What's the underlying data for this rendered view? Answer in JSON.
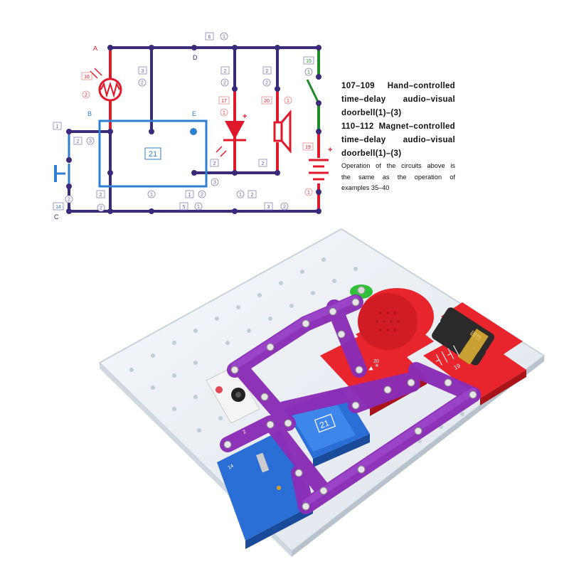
{
  "schematic": {
    "nodes": {
      "A": "A",
      "B": "B",
      "C": "C",
      "D": "D",
      "E": "E"
    },
    "chip_label": "21",
    "parts": {
      "top_wire": {
        "num": "6",
        "qty": "1"
      },
      "wire_3_top": {
        "num": "3",
        "qty": "2"
      },
      "photoresistor": {
        "num": "16",
        "qty": "2"
      },
      "led_wire_top": {
        "num": "2",
        "qty": "2"
      },
      "led": {
        "num": "17",
        "qty": "1"
      },
      "speaker_wire_top": {
        "num": "2",
        "qty": "2"
      },
      "speaker": {
        "num": "20",
        "qty": "1"
      },
      "switch_top": {
        "num": "15",
        "qty": "1"
      },
      "battery": {
        "num": "19",
        "qty": "1"
      },
      "switch_left_1": {
        "num": "1"
      },
      "switch_left_wire": {
        "num": "2",
        "qty": "3"
      },
      "press_switch": {
        "num": "14",
        "qty": "2"
      },
      "wire_2_bottom_left": {
        "num": "2",
        "qty": "2"
      },
      "chip_bottom_qty": {
        "qty": "1"
      },
      "wire_1_bottom": {
        "num": "1",
        "qty": "2"
      },
      "wire_5": {
        "num": "5",
        "qty": "1"
      },
      "wire_2_right": {
        "num": "2",
        "qty": "3"
      },
      "wire_2_led_bottom": {
        "num": "2"
      },
      "wire_3_bottom": {
        "num": "3",
        "qty": "2"
      },
      "speaker_wire_bottom": {
        "num": "2",
        "qty": "1"
      }
    },
    "plus_sign": "+"
  },
  "description": {
    "title_lines": [
      "107–109 Hand–controlled",
      "time–delay audio–visual",
      "doorbell(1)–(3)",
      "110–112 Magnet–controlled",
      "time–delay audio–visual",
      "doorbell(1)–(3)"
    ],
    "note_lines": [
      "Operation of the circuits above is",
      "the same as the operation of",
      "examples 35–40"
    ]
  },
  "photo": {
    "chip_label": "21",
    "block_labels": {
      "blue_block": "14",
      "battery_block": "19",
      "speaker_block": "20",
      "wire_label": "2"
    },
    "battery_text": "碳性"
  },
  "colors": {
    "purple_wire": "#3b2a7a",
    "red_wire": "#e0192a",
    "blue_wire": "#2e7fd0",
    "green_wire": "#1f8a2a",
    "board": "#e9eef4",
    "purple_snap": "#8a2db6",
    "red_block": "#e8242c",
    "blue_block": "#2b6fd6"
  }
}
